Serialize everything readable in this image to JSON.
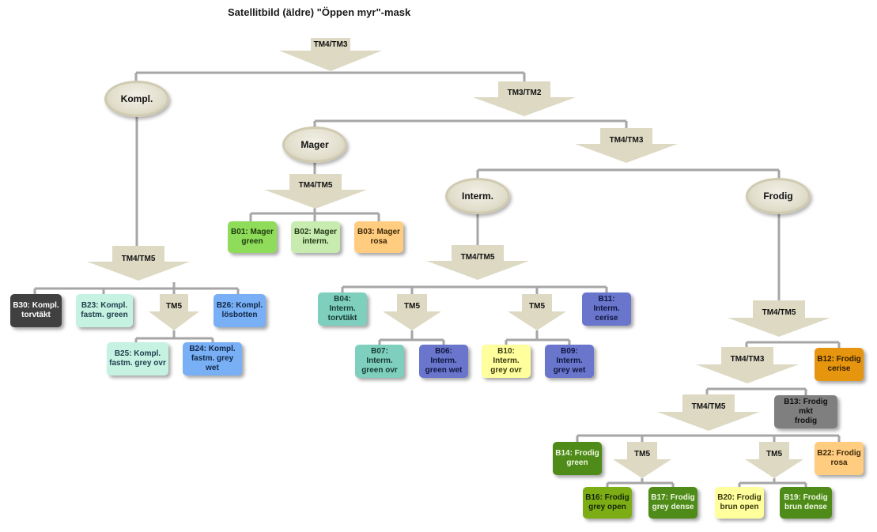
{
  "title": "Satellitbild (äldre) \"Öppen myr\"-mask",
  "colors": {
    "line": "#a6a6a6",
    "arrow": "#ddd9c3",
    "dark": "#404040",
    "mint": "#c6f2e2",
    "light_blue": "#78aff5",
    "light_green": "#8fdc5a",
    "pale_green": "#c8ecb0",
    "peach": "#ffcc80",
    "teal": "#7fcfbf",
    "indigo": "#6a76cc",
    "pale_yellow": "#ffff9e",
    "orange": "#e6950e",
    "grey": "#7f7f7f",
    "dark_green": "#4e8b18",
    "olive_green": "#7dad14"
  },
  "arrows": {
    "a1": "TM4/TM3",
    "a2": "TM3/TM2",
    "a3": "TM4/TM3",
    "a4": "TM4/TM5",
    "a5": "TM4/TM5",
    "a6": "TM5",
    "a7": "TM4/TM5",
    "a8": "TM5",
    "a9": "TM5",
    "a10": "TM4/TM5",
    "a11": "TM4/TM3",
    "a12": "TM4/TM5",
    "a13": "TM5",
    "a14": "TM5"
  },
  "ovals": {
    "kompl": "Kompl.",
    "mager": "Mager",
    "interm": "Interm.",
    "frodig": "Frodig"
  },
  "classes": {
    "b30": "B30: Kompl.\ntorvtäkt",
    "b23": "B23: Kompl.\nfastm. green",
    "b26": "B26: Kompl.\nlösbotten",
    "b25": "B25: Kompl.\nfastm. grey ovr",
    "b24": "B24: Kompl.\nfastm. grey\nwet",
    "b01": "B01: Mager\ngreen",
    "b02": "B02: Mager\ninterm.",
    "b03": "B03: Mager\nrosa",
    "b04": "B04:\nInterm.\ntorvtäkt",
    "b11": "B11:\nInterm.\ncerise",
    "b07": "B07:\nInterm.\ngreen ovr",
    "b06": "B06:\nInterm.\ngreen wet",
    "b10": "B10:\nInterm.\ngrey ovr",
    "b09": "B09:\nInterm.\ngrey wet",
    "b12": "B12: Frodig\ncerise",
    "b13": "B13: Frodig mkt\nfrodig",
    "b14": "B14: Frodig\ngreen",
    "b22": "B22: Frodig\nrosa",
    "b16": "B16: Frodig\ngrey open",
    "b17": "B17: Frodig\ngrey dense",
    "b20": "B20: Frodig\nbrun open",
    "b19": "B19: Frodig\nbrun dense"
  }
}
